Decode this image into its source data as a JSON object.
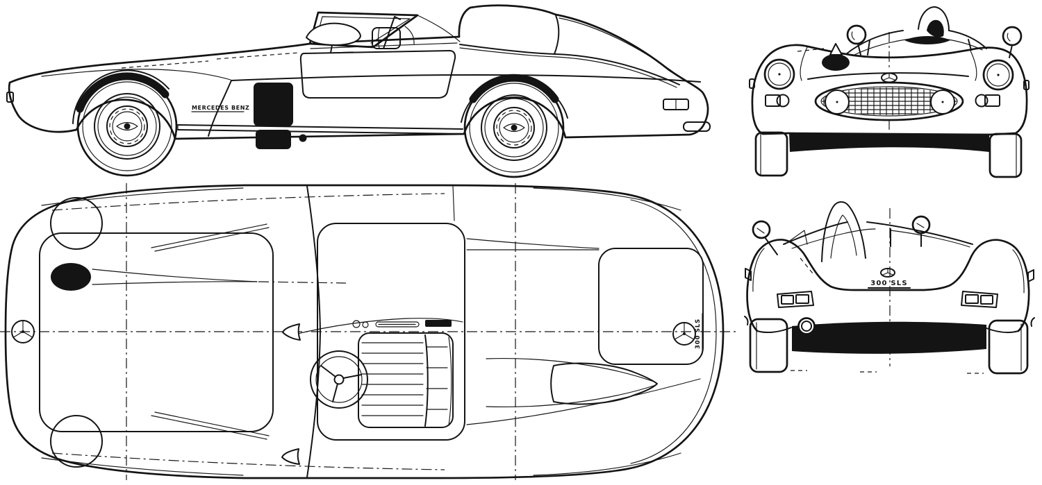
{
  "page": {
    "background_color": "#ffffff",
    "ink_color": "#141414",
    "content_kind": "four-view car blueprint line drawing"
  },
  "side_view": {
    "brand_label": "MERCEDES BENZ"
  },
  "top_view": {
    "model_label": "300 SLS"
  },
  "rear_view": {
    "model_label": "300 SLS"
  },
  "icons": {
    "emblem": "mercedes-star-icon"
  }
}
